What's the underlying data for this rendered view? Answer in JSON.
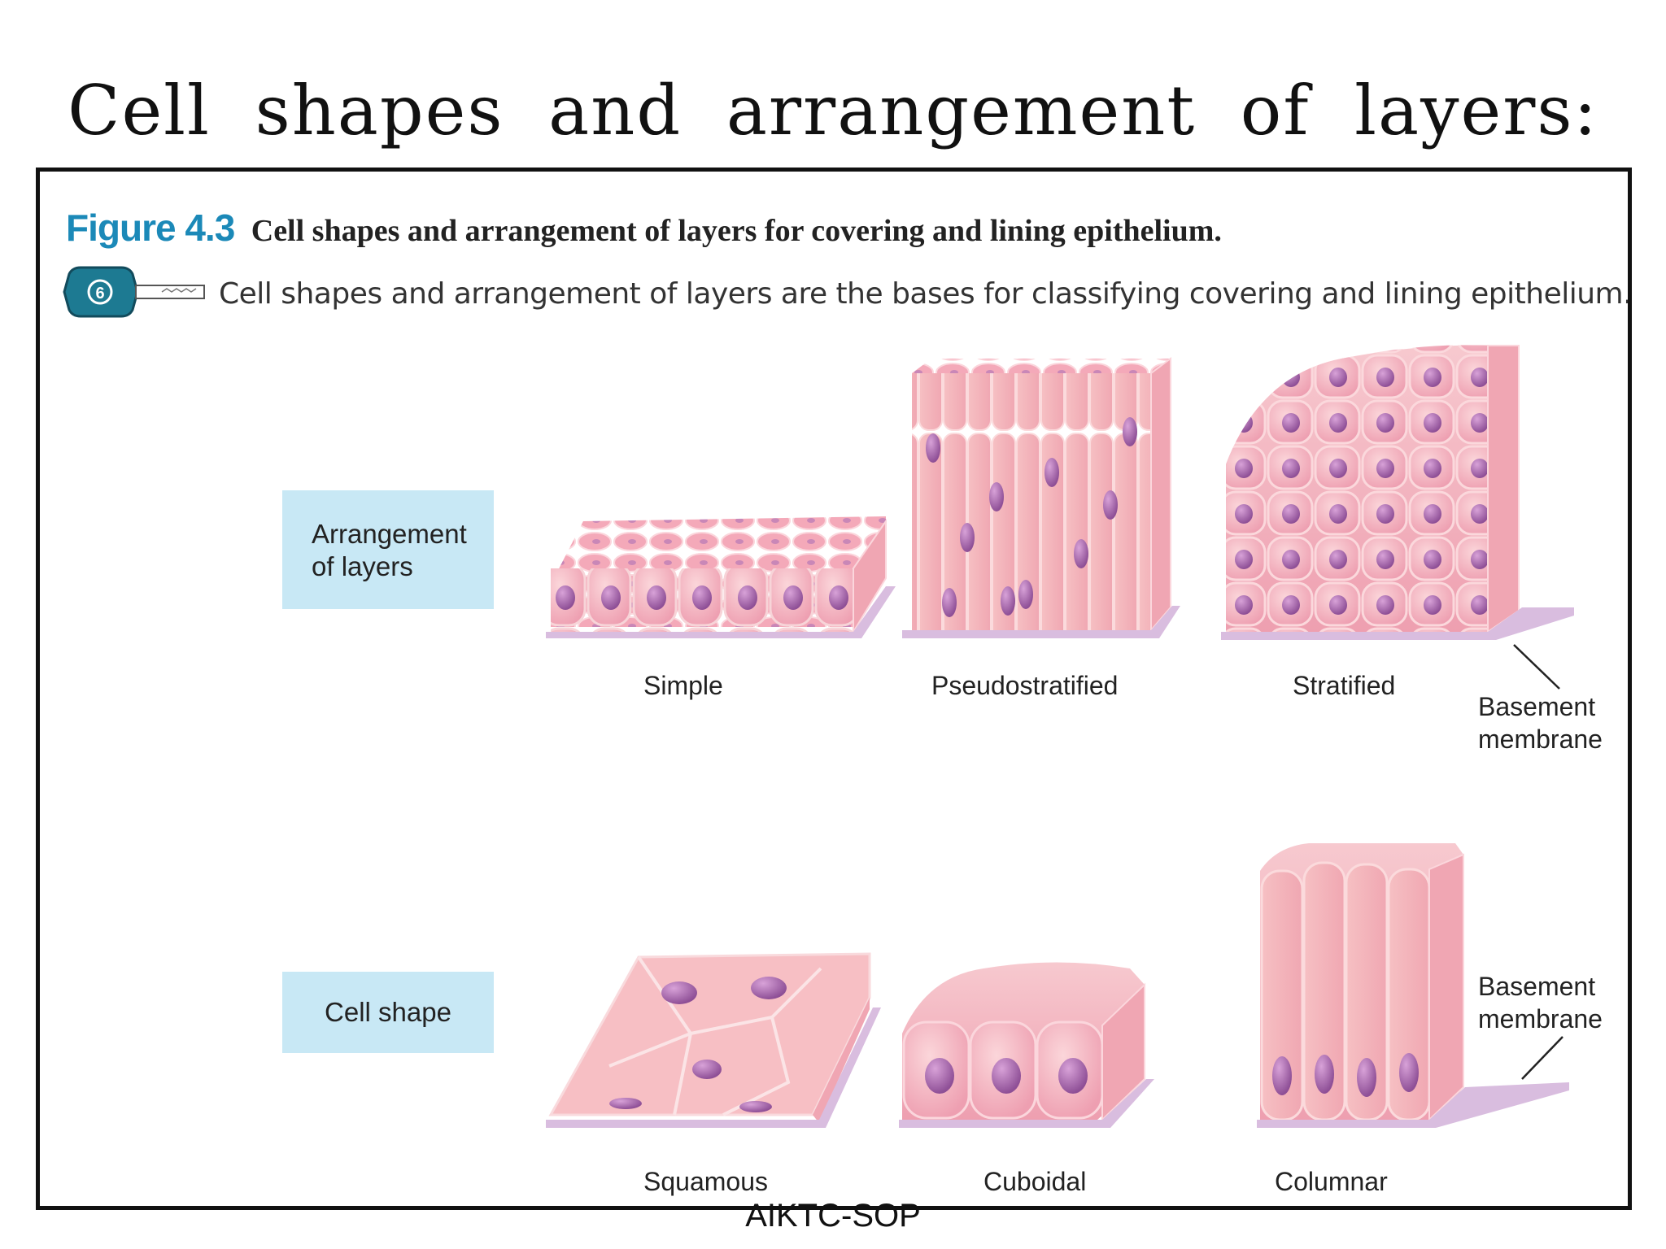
{
  "slide": {
    "title": "Cell shapes and arrangement of layers:",
    "footer": "AIKTC-SOP"
  },
  "figure": {
    "number": "Figure 4.3",
    "title": "Cell shapes and arrangement of layers for covering and lining epithelium.",
    "key_text": "Cell shapes and arrangement of layers are the bases for classifying covering and lining epithelium.",
    "key_icon": "key-icon",
    "colors": {
      "figure_number": "#1b89b8",
      "label_box": "#c8e8f5",
      "cell_pink": "#f4b9c2",
      "nucleus": "#a86aa8",
      "membrane": "#d8b8dc"
    }
  },
  "arrangement": {
    "label_line1": "Arrangement",
    "label_line2": "of layers",
    "types": [
      "Simple",
      "Pseudostratified",
      "Stratified"
    ],
    "membrane_line1": "Basement",
    "membrane_line2": "membrane"
  },
  "shape": {
    "label": "Cell shape",
    "types": [
      "Squamous",
      "Cuboidal",
      "Columnar"
    ],
    "membrane_line1": "Basement",
    "membrane_line2": "membrane"
  }
}
